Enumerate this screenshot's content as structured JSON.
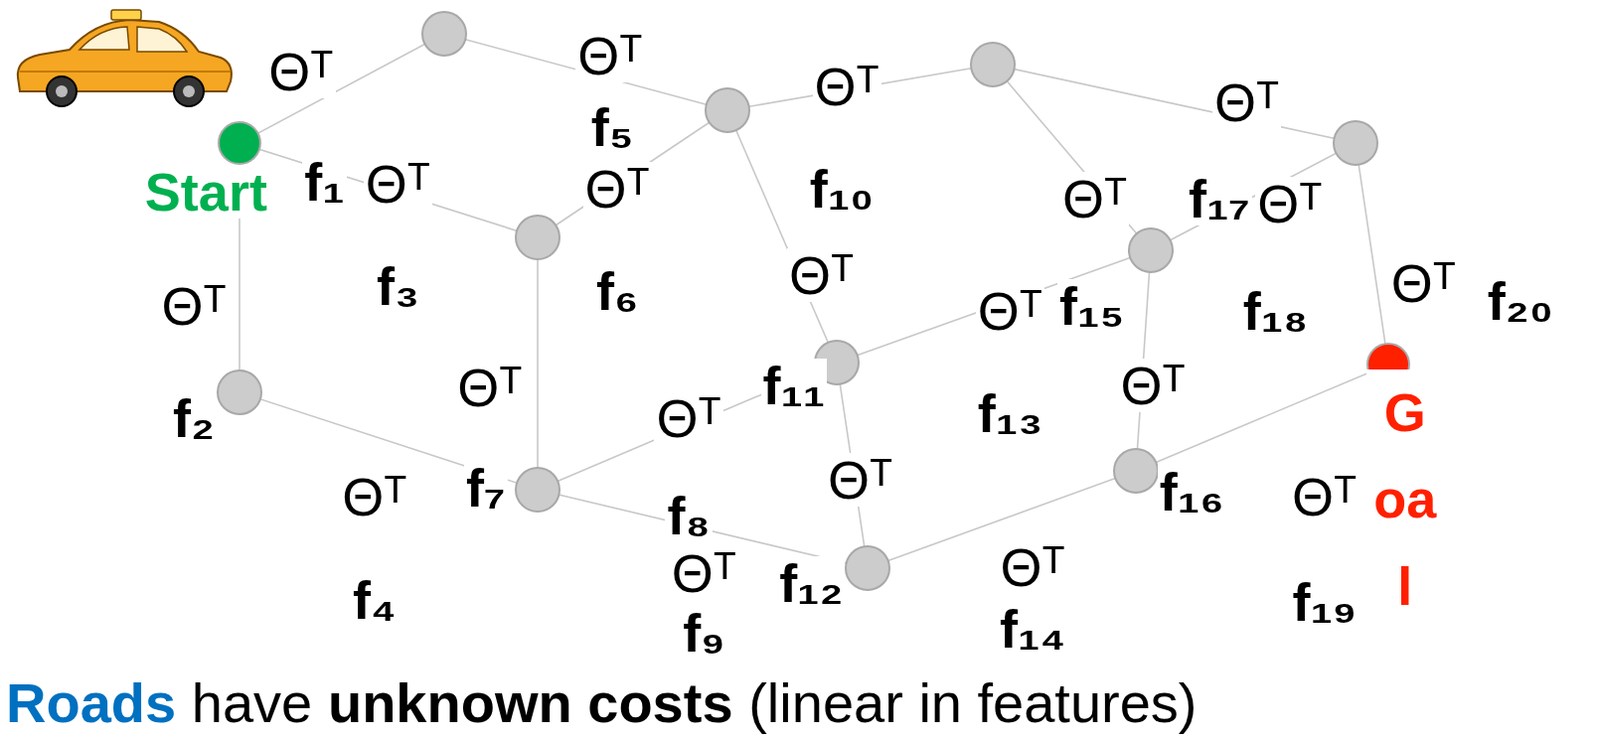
{
  "diagram": {
    "nodes": [
      {
        "text": [
          "Start"
        ]
      },
      {
        "text": [
          "Goal"
        ]
      }
    ],
    "labels": [
      "Θᵀ",
      "f₁",
      "Θᵀ",
      "f₂",
      "Θᵀ",
      "f₃",
      "Θᵀ",
      "f₄",
      "Θᵀ",
      "f₅",
      "Θᵀ",
      "f₆",
      "Θᵀ",
      "f₇",
      "Θᵀ",
      "f₈",
      "Θᵀ",
      "f₉",
      "Θᵀ",
      "f₁₀",
      "Θᵀ",
      "f₁₁",
      "Θᵀ",
      "f₁₂",
      "Θᵀ",
      "f₁₃",
      "Θᵀ",
      "f₁₄",
      "Θᵀ",
      "f₁₅",
      "Θᵀ",
      "f₁₆",
      "Θᵀ",
      "f₁₇",
      "Θᵀ",
      "f₁₈",
      "Θᵀ",
      "f₁₉",
      "Θᵀ",
      "f₂₀",
      "Roads",
      "have",
      "unknown costs",
      "(linear in features)"
    ]
  }
}
